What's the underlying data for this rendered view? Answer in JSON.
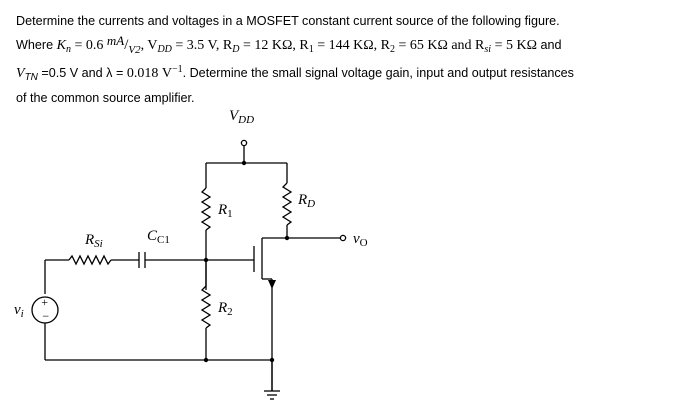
{
  "problem": {
    "line1": "Determine the currents and voltages in a MOSFET constant current source of the following figure.",
    "where": "Where",
    "kn_sym": "K",
    "kn_sub": "n",
    "kn_eq": " = 0.6 ",
    "kn_unit_num": "mA",
    "kn_unit_den": "V2",
    "vdd_text": ", V",
    "vdd_sub": "DD",
    "vdd_eq": " = 3.5 V, R",
    "rd_sub": "D",
    "rd_eq": " = 12 KΩ, R",
    "r1_sub": "1",
    "r1_eq": " = 144 KΩ, R",
    "r2_sub": "2",
    "r2_eq": " = 65 KΩ and R",
    "rsi_sub": "si",
    "rsi_eq": " = 5 KΩ",
    "and_text": " and",
    "vtn_sym": "V",
    "vtn_sub": "TN",
    "vtn_rest": " =0.5 V and λ = ",
    "lambda_val": "0.018 V",
    "lambda_sup": "−1",
    "line3_rest": ". Determine the small signal voltage gain, input and output resistances",
    "line4": "of the common source amplifier."
  },
  "circuit": {
    "vdd": "V",
    "vdd_sub": "DD",
    "rd": "R",
    "rd_sub": "D",
    "r1": "R",
    "r1_sub": "1",
    "r2": "R",
    "r2_sub": "2",
    "rsi": "R",
    "rsi_sub": "Si",
    "cc": "C",
    "cc_sub": "C1",
    "vo": "v",
    "vo_sub": "O",
    "vi": "v",
    "vi_sub": "i",
    "plus": "+",
    "minus": "−"
  }
}
